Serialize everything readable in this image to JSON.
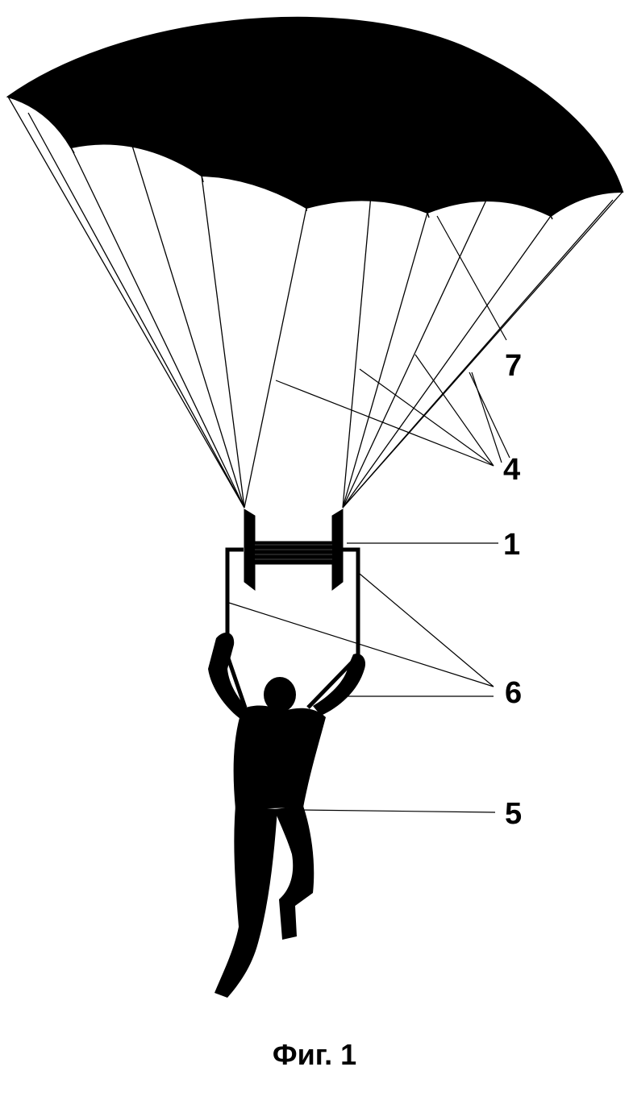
{
  "figure": {
    "caption": "Фиг. 1",
    "callouts": [
      {
        "id": "1",
        "label": "1"
      },
      {
        "id": "4",
        "label": "4"
      },
      {
        "id": "5",
        "label": "5"
      },
      {
        "id": "6",
        "label": "6"
      },
      {
        "id": "7",
        "label": "7"
      }
    ],
    "colors": {
      "ink": "#000000",
      "paper": "#ffffff"
    }
  }
}
